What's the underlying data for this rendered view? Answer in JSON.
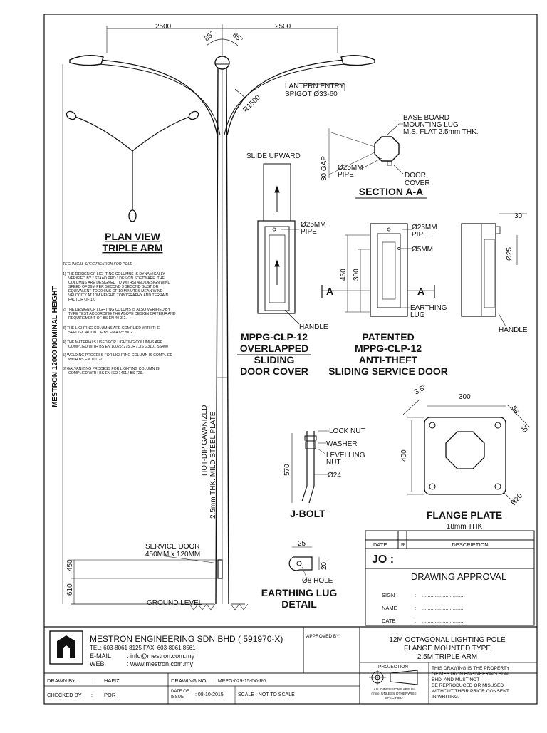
{
  "pole": {
    "dim_left": "2500",
    "dim_right": "2500",
    "angle_left": "85°",
    "angle_right": "85°",
    "lantern_entry_1": "LANTERN ENTRY",
    "lantern_entry_2": "SPIGOT Ø33-60",
    "radius": "R1500",
    "nominal_height": "MESTRON 12000 NOMINAL HEIGHT",
    "galv_1": "HOT-DIP GAVANIZED",
    "galv_2": "2.5mm THK. MILD STEEL PLATE",
    "service_door_1": "SERVICE DOOR",
    "service_door_2": "450MM x 120MM",
    "dim_450": "450",
    "dim_610": "610",
    "ground_level": "GROUND LEVEL"
  },
  "plan_view": {
    "title_1": "PLAN VIEW",
    "title_2": "TRIPLE ARM"
  },
  "tech_spec": {
    "heading": "TECHNICAL SPECIFICATION FOR POLE",
    "items": [
      "1) THE DESIGN OF LIGHTING COLUMNS IS DYNAMICALLY",
      "VERIFIED BY \" STAAD PRO \" DESIGN SOFTWARE. THE",
      "COLUMNS ARE DESIGNED TO WITHSTAND DESIGN WIND",
      "SPEED OF 36M PER SECOND 3 SECOND GUST OR",
      "EQUIVALENT TO 20.6MS OF 10 MINUTES MEAN WIND",
      "VELOCITY AT 10M HEIGHT, TOPOGRAPHY AND TERRAIN",
      "FACTOR OF 1.0",
      "2) THE DESIGN OF LIGHTING COLUMS IS ALSO VERIFIED BY",
      "TYPE TEST ACCORDING THE ABOVE DESIGN CRITERIA AND",
      "REQUIREMENT OF BS EN 40-3-2.",
      "3) THE LIGHTING COLUMNS ARE COMPLIED WITH THE",
      "SPECIFICATION OF BS EN 40-5:2002.",
      "4) THE MATERIALS USED FOR LIGHTING COLUMNS ARE",
      "COMPLIED WITH BS EN 10025: 275 JR / JIS G3101 SS400",
      "5) WELDING PROCESS FOR LIGHTING COLUMN IS COMPLIED",
      "WITH BS EN 1011-2.",
      "6) GALVANIZING PROCESS FOR LIGHTING COLUMN IS",
      "COMPLIED WITH BS EN ISO 1461 / BS 729."
    ]
  },
  "section_aa": {
    "base_board_1": "BASE BOARD",
    "base_board_2": "MOUNTING LUG",
    "base_board_3": "M.S. FLAT 2.5mm THK.",
    "gap": "30 GAP",
    "pipe_1": "Ø25MM",
    "pipe_2": "PIPE",
    "door_1": "DOOR",
    "door_2": "COVER",
    "title": "SECTION A-A"
  },
  "door_cover": {
    "slide": "SLIDE UPWARD",
    "pipe_1": "Ø25MM",
    "pipe_2": "PIPE",
    "handle": "HANDLE",
    "title_1": "MPPG-CLP-12",
    "title_2": "OVERLAPPED",
    "title_3": "SLIDING",
    "title_4": "DOOR COVER"
  },
  "service_door": {
    "pipe_1": "Ø25MM",
    "pipe_2": "PIPE",
    "hole": "Ø5MM",
    "dim_450": "450",
    "dim_300": "300",
    "section_mark": "A",
    "earthing_1": "EARTHING",
    "earthing_2": "LUG",
    "title_1": "PATENTED",
    "title_2": "MPPG-CLP-12",
    "title_3": "ANTI-THEFT",
    "title_4": "SLIDING SERVICE DOOR"
  },
  "side_view": {
    "dim_30": "30",
    "dim_25": "Ø25",
    "handle": "HANDLE"
  },
  "flange": {
    "angle": "3.5°",
    "dim_300": "300",
    "dim_56": "56",
    "dim_30": "30",
    "dim_400": "400",
    "radius": "R20",
    "title": "FLANGE PLATE",
    "thk": "18mm THK"
  },
  "jbolt": {
    "lock_nut": "LOCK NUT",
    "washer": "WASHER",
    "levelling_1": "LEVELLING",
    "levelling_2": "NUT",
    "dia": "Ø24",
    "length": "570",
    "title": "J-BOLT"
  },
  "earthing": {
    "dim_25": "25",
    "dim_20": "20",
    "hole": "Ø8 HOLE",
    "title_1": "EARTHING LUG",
    "title_2": "DETAIL"
  },
  "revision": {
    "date": "DATE",
    "r": "R",
    "description": "DESCRIPTION"
  },
  "approval": {
    "jo": "JO :",
    "title": "DRAWING APPROVAL",
    "sign": "SIGN",
    "name": "NAME",
    "date": "DATE",
    "sep": ":",
    "line": "............................"
  },
  "company": {
    "name": "MESTRON ENGINEERING SDN BHD ( 591970-X)",
    "tel": "TEL: 603-8061 8125 FAX: 603-8061 8561",
    "email_label": "E-MAIL",
    "email": ": info@mestron.com.my",
    "web_label": "WEB",
    "web": ": www.mestron.com.my",
    "approved_by": "APPROVED BY:"
  },
  "drawing_title": {
    "line1": "12M OCTAGONAL LIGHTING POLE",
    "line2": "FLANGE MOUNTED TYPE",
    "line3": "2.5M TRIPLE ARM"
  },
  "projection": {
    "label": "PROJECTION",
    "note_1": "ALL DIMENSIONS ARE IN",
    "note_2": "(mm). UNLESS OTHERWISE",
    "note_3": "SPECIFIED"
  },
  "property_note": [
    "THIS DRAWING IS THE PROPERTY",
    "OF MESTRON ENGINEERING SDN",
    "BHD. AND MUST NOT",
    "BE REPRODUCED OR MISUSED",
    "WITHOUT THEIR PRIOR CONSENT",
    "IN WRITING."
  ],
  "bottom": {
    "drawn_by": "DRAWN BY",
    "drawn_name": "HAFIZ",
    "checked_by": "CHECKED BY",
    "checked_name": "POR",
    "colon": ":",
    "drawing_no_label": "DRAWING NO",
    "drawing_no": ": MPPG-029-15-D0-R0",
    "date_issue_1": "DATE OF",
    "date_issue_2": "ISSUE",
    "date_issue": ": 08-10-2015",
    "scale": "SCALE : NOT TO SCALE"
  }
}
